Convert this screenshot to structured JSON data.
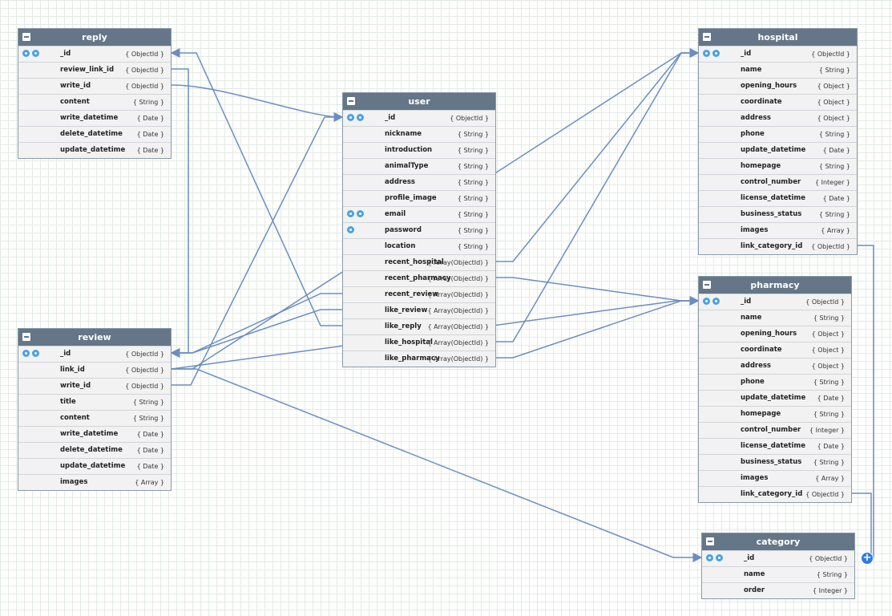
{
  "tables": [
    {
      "id": "reply",
      "name": "reply",
      "fields": [
        {
          "name": "_id",
          "type": "{ ObjectId }",
          "keys": 2
        },
        {
          "name": "review_link_id",
          "type": "{ ObjectId }",
          "keys": 0
        },
        {
          "name": "write_id",
          "type": "{ ObjectId }",
          "keys": 0
        },
        {
          "name": "content",
          "type": "{ String }",
          "keys": 0
        },
        {
          "name": "write_datetime",
          "type": "{ Date }",
          "keys": 0
        },
        {
          "name": "delete_datetime",
          "type": "{ Date }",
          "keys": 0
        },
        {
          "name": "update_datetime",
          "type": "{ Date }",
          "keys": 0
        }
      ]
    },
    {
      "id": "review",
      "name": "review",
      "fields": [
        {
          "name": "_id",
          "type": "{ ObjectId }",
          "keys": 2
        },
        {
          "name": "link_id",
          "type": "{ ObjectId }",
          "keys": 0
        },
        {
          "name": "write_id",
          "type": "{ ObjectId }",
          "keys": 0
        },
        {
          "name": "title",
          "type": "{ String }",
          "keys": 0
        },
        {
          "name": "content",
          "type": "{ String }",
          "keys": 0
        },
        {
          "name": "write_datetime",
          "type": "{ Date }",
          "keys": 0
        },
        {
          "name": "delete_datetime",
          "type": "{ Date }",
          "keys": 0
        },
        {
          "name": "update_datetime",
          "type": "{ Date }",
          "keys": 0
        },
        {
          "name": "images",
          "type": "{ Array }",
          "keys": 0
        }
      ]
    },
    {
      "id": "user",
      "name": "user",
      "fields": [
        {
          "name": "_id",
          "type": "{ ObjectId }",
          "keys": 2
        },
        {
          "name": "nickname",
          "type": "{ String }",
          "keys": 0
        },
        {
          "name": "introduction",
          "type": "{ String }",
          "keys": 0
        },
        {
          "name": "animalType",
          "type": "{ String }",
          "keys": 0
        },
        {
          "name": "address",
          "type": "{ String }",
          "keys": 0
        },
        {
          "name": "profile_image",
          "type": "{ String }",
          "keys": 0
        },
        {
          "name": "email",
          "type": "{ String }",
          "keys": 2
        },
        {
          "name": "password",
          "type": "{ String }",
          "keys": 1
        },
        {
          "name": "location",
          "type": "{ String }",
          "keys": 0
        },
        {
          "name": "recent_hospital",
          "type": "{ Array(ObjectId) }",
          "keys": 0
        },
        {
          "name": "recent_pharmacy",
          "type": "{ Array(ObjectId) }",
          "keys": 0
        },
        {
          "name": "recent_review",
          "type": "{ Array(ObjectId) }",
          "keys": 0
        },
        {
          "name": "like_review",
          "type": "{ Array(ObjectId) }",
          "keys": 0
        },
        {
          "name": "like_reply",
          "type": "{ Array(ObjectId) }",
          "keys": 0
        },
        {
          "name": "like_hospital",
          "type": "{ Array(ObjectId) }",
          "keys": 0
        },
        {
          "name": "like_pharmacy",
          "type": "{ Array(ObjectId) }",
          "keys": 0
        }
      ]
    },
    {
      "id": "hospital",
      "name": "hospital",
      "fields": [
        {
          "name": "_id",
          "type": "{ ObjectId }",
          "keys": 2
        },
        {
          "name": "name",
          "type": "{ String }",
          "keys": 0
        },
        {
          "name": "opening_hours",
          "type": "{ Object }",
          "keys": 0
        },
        {
          "name": "coordinate",
          "type": "{ Object }",
          "keys": 0
        },
        {
          "name": "address",
          "type": "{ Object }",
          "keys": 0
        },
        {
          "name": "phone",
          "type": "{ String }",
          "keys": 0
        },
        {
          "name": "update_datetime",
          "type": "{ Date }",
          "keys": 0
        },
        {
          "name": "homepage",
          "type": "{ String }",
          "keys": 0
        },
        {
          "name": "control_number",
          "type": "{ Integer }",
          "keys": 0
        },
        {
          "name": "license_datetime",
          "type": "{ Date }",
          "keys": 0
        },
        {
          "name": "business_status",
          "type": "{ String }",
          "keys": 0
        },
        {
          "name": "images",
          "type": "{ Array }",
          "keys": 0
        },
        {
          "name": "link_category_id",
          "type": "{ ObjectId }",
          "keys": 0
        }
      ]
    },
    {
      "id": "pharmacy",
      "name": "pharmacy",
      "fields": [
        {
          "name": "_id",
          "type": "{ ObjectId }",
          "keys": 2
        },
        {
          "name": "name",
          "type": "{ String }",
          "keys": 0
        },
        {
          "name": "opening_hours",
          "type": "{ Object }",
          "keys": 0
        },
        {
          "name": "coordinate",
          "type": "{ Object }",
          "keys": 0
        },
        {
          "name": "address",
          "type": "{ Object }",
          "keys": 0
        },
        {
          "name": "phone",
          "type": "{ String }",
          "keys": 0
        },
        {
          "name": "update_datetime",
          "type": "{ Date }",
          "keys": 0
        },
        {
          "name": "homepage",
          "type": "{ String }",
          "keys": 0
        },
        {
          "name": "control_number",
          "type": "{ Integer }",
          "keys": 0
        },
        {
          "name": "license_datetime",
          "type": "{ Date }",
          "keys": 0
        },
        {
          "name": "business_status",
          "type": "{ String }",
          "keys": 0
        },
        {
          "name": "images",
          "type": "{ Array }",
          "keys": 0
        },
        {
          "name": "link_category_id",
          "type": "{ ObjectId }",
          "keys": 0
        }
      ]
    },
    {
      "id": "category",
      "name": "category",
      "fields": [
        {
          "name": "_id",
          "type": "{ ObjectId }",
          "keys": 2
        },
        {
          "name": "name",
          "type": "{ String }",
          "keys": 0
        },
        {
          "name": "order",
          "type": "{ Integer }",
          "keys": 0
        }
      ]
    }
  ],
  "add_button_label": "+"
}
